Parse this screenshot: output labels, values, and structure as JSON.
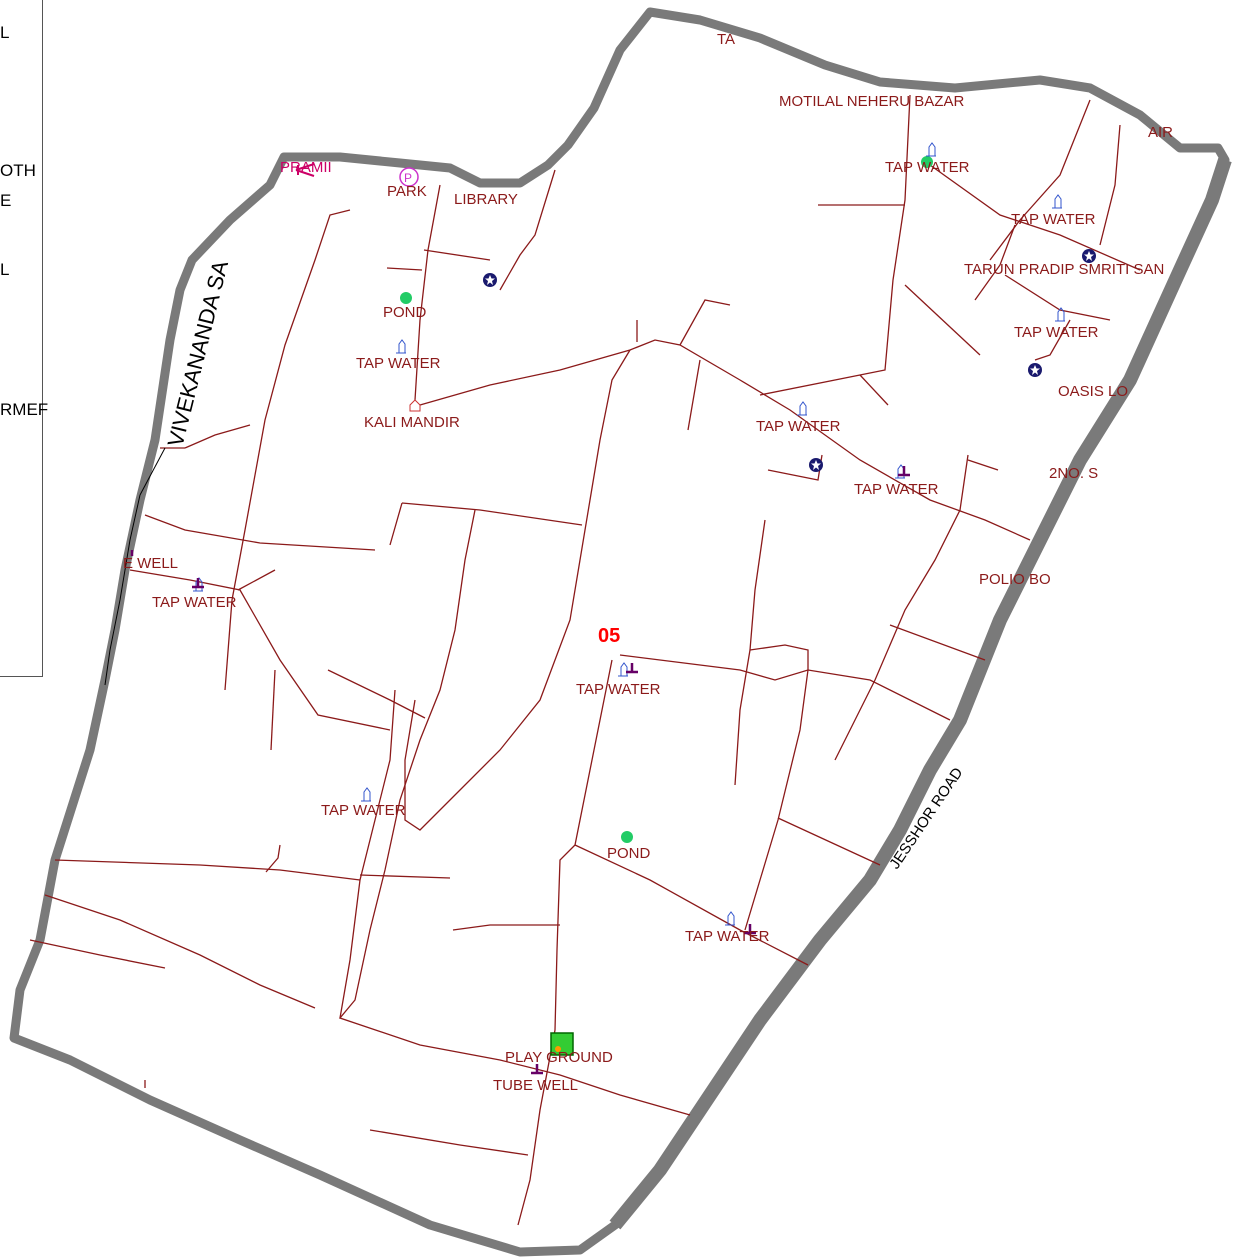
{
  "ward_number": "05",
  "legend": {
    "fragments": [
      "L",
      "OTH",
      "E",
      "L",
      "RMEF"
    ]
  },
  "roads": {
    "west": "VIVEKANANDA SA",
    "east": "JESSHOR ROAD"
  },
  "labels": {
    "top_cut": "TA",
    "motilal": "MOTILAL NEHERU BAZAR",
    "air": "AIR",
    "pramil": "PRAMII",
    "park": "PARK",
    "library": "LIBRARY",
    "tap_ne1": "TAP WATER",
    "tap_ne2": "TAP WATER",
    "tarun": "TARUN PRADIP SMRITI SAN",
    "tap_ne3": "TAP WATER",
    "oasis": "OASIS LO",
    "pond_nw": "POND",
    "tap_nw": "TAP WATER",
    "kali": "KALI MANDIR",
    "tap_c1": "TAP WATER",
    "tap_c2": "TAP WATER",
    "two_no": "2NO. S",
    "polio": "POLIO BO",
    "well_w": "E WELL",
    "tap_w": "TAP WATER",
    "tap_c3": "TAP WATER",
    "tap_sw": "TAP WATER",
    "pond_s": "POND",
    "tap_s": "TAP WATER",
    "play": "PLAY GROUND",
    "tube": "TUBE WELL"
  },
  "colors": {
    "boundary": "#808080",
    "boundary_edge": "#6b3a3a",
    "street": "#8b1a1a",
    "label": "#8b1a1a",
    "ward": "#ff0000",
    "pond": "#22cc66",
    "star": "#1a1a6e",
    "tap_icon": "#3355cc",
    "well_icon": "#660066",
    "park_icon": "#cc33cc",
    "playground": "#33cc33"
  }
}
